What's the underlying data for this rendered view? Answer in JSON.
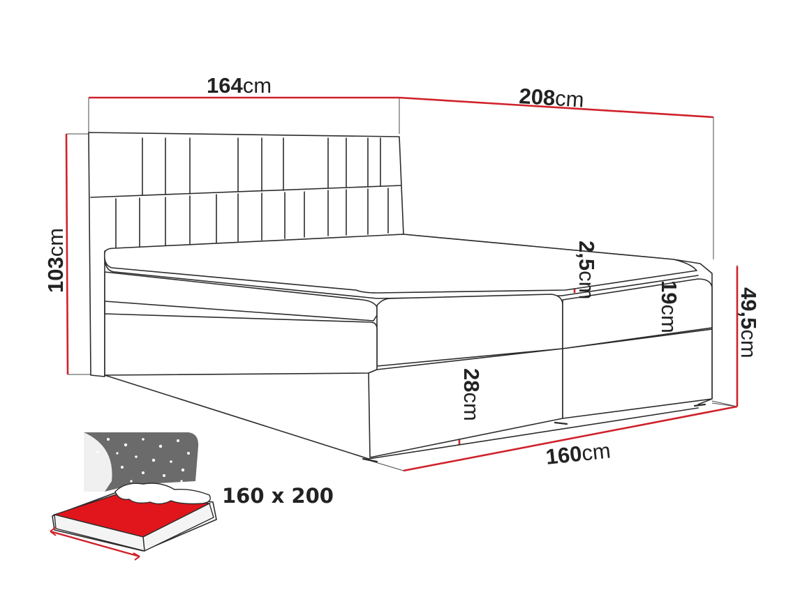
{
  "dimensions": {
    "width": {
      "value": "164",
      "unit": "cm"
    },
    "length": {
      "value": "208",
      "unit": "cm"
    },
    "headboard_height": {
      "value": "103",
      "unit": "cm"
    },
    "topper_thickness": {
      "value": "2,5",
      "unit": "cm"
    },
    "mattress_thickness": {
      "value": "19",
      "unit": "cm"
    },
    "total_height": {
      "value": "49,5",
      "unit": "cm"
    },
    "base_height": {
      "value": "28",
      "unit": "cm"
    },
    "sleeping_width": {
      "value": "160",
      "unit": "cm"
    }
  },
  "mattress_size": "160 x 200",
  "colors": {
    "dimension_line": "#d0212a",
    "outline": "#2b2b2b",
    "mattress_icon_fill": "#e0161c",
    "night_sky": "#6b6b6b"
  }
}
